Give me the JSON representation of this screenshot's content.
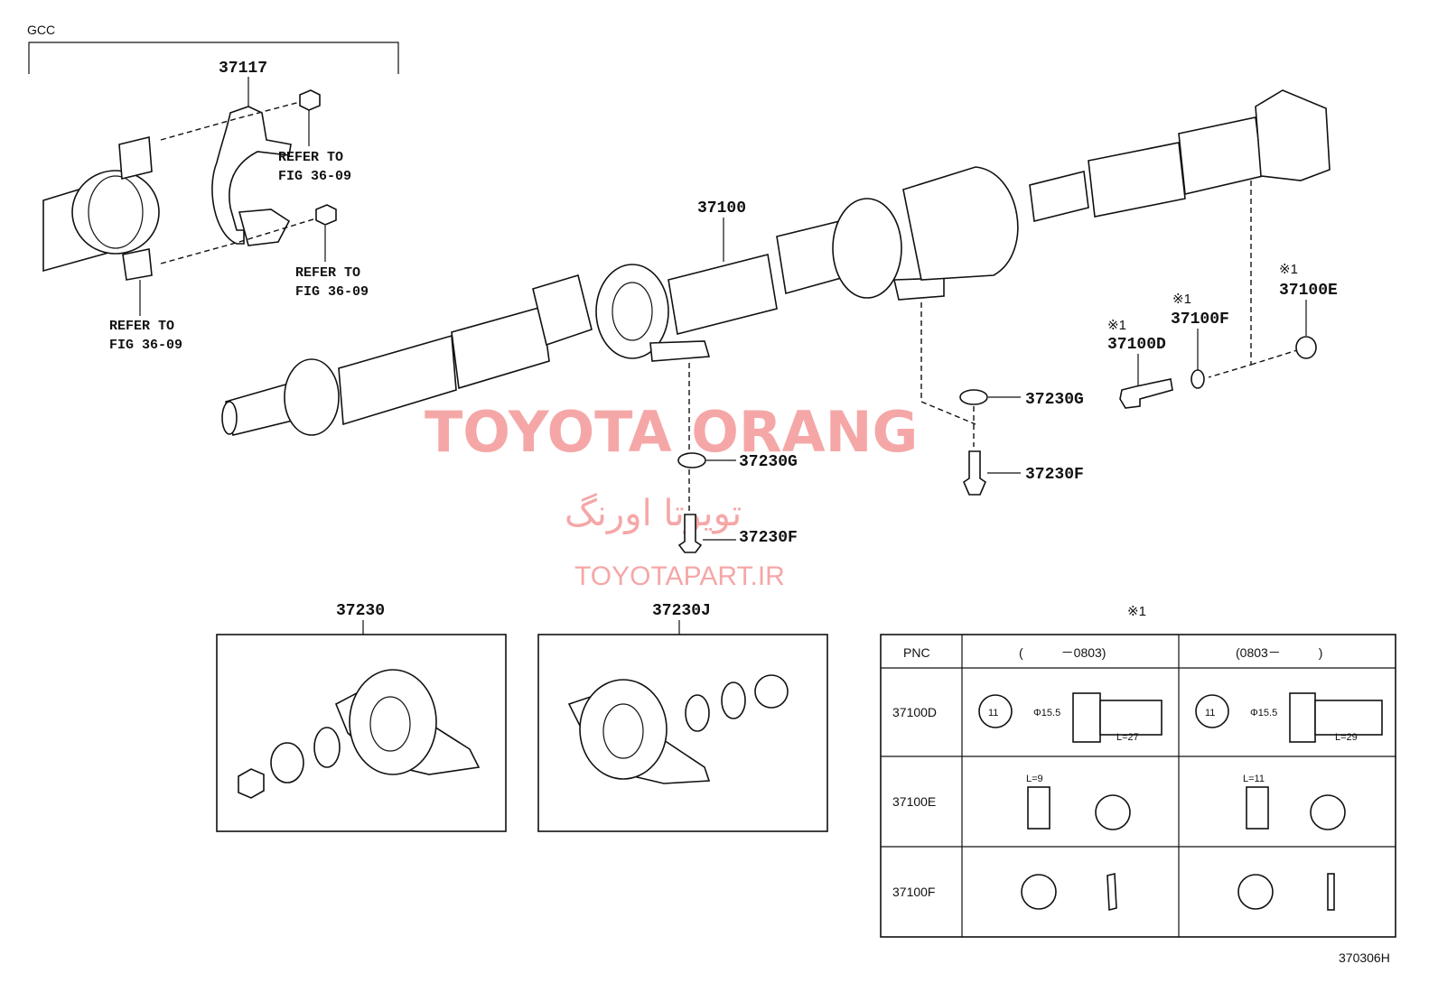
{
  "header": {
    "variant": "GCC"
  },
  "callouts": {
    "p37117": "37117",
    "p37100": "37100",
    "p37230G_a": "37230G",
    "p37230F_a": "37230F",
    "p37230G_b": "37230G",
    "p37230F_b": "37230F",
    "p37100D": "37100D",
    "p37100F": "37100F",
    "p37100E": "37100E",
    "note_mark": "※1",
    "p37230": "37230",
    "p37230J": "37230J"
  },
  "refer": {
    "r1_l1": "REFER TO",
    "r1_l2": "FIG 36-09",
    "r2_l1": "REFER TO",
    "r2_l2": "FIG 36-09",
    "r3_l1": "REFER TO",
    "r3_l2": "FIG 36-09"
  },
  "watermark": {
    "brand": "TOYOTA ORANG",
    "brand_fa": "تویوتا اورنگ",
    "url": "TOYOTAPART.IR"
  },
  "table": {
    "title_mark": "※1",
    "headers": {
      "pnc": "PNC",
      "col1": "(　　　－0803)",
      "col2": "(0803－　　　)"
    },
    "rows": [
      {
        "pnc": "37100D",
        "c1_dia": "Φ15.5",
        "c1_len": "L=27",
        "c1_mark": "11",
        "c2_dia": "Φ15.5",
        "c2_len": "L=29",
        "c2_mark": "11"
      },
      {
        "pnc": "37100E",
        "c1_len": "L=9",
        "c2_len": "L=11"
      },
      {
        "pnc": "37100F"
      }
    ]
  },
  "footer": {
    "figure_code": "370306H"
  }
}
